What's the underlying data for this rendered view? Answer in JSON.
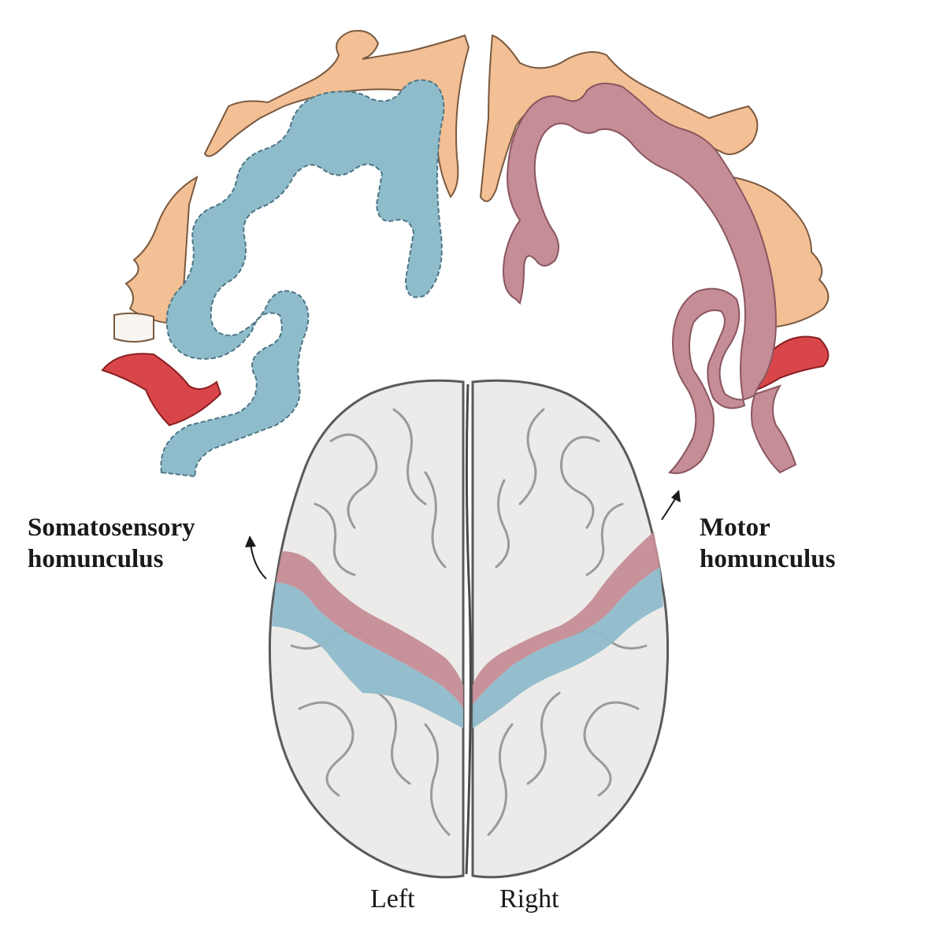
{
  "labels": {
    "somatosensory_line1": "Somatosensory",
    "somatosensory_line2": "homunculus",
    "motor_line1": "Motor",
    "motor_line2": "homunculus",
    "left": "Left",
    "right": "Right"
  },
  "colors": {
    "somatosensory_strip": "#8fbccb",
    "motor_strip": "#c58d96",
    "homunculus_skin": "#f3bf94",
    "tongue": "#d9464a",
    "brain_surface": "#ecebe9",
    "brain_outline": "#5a5a5a"
  },
  "icons": {
    "somatosensory_arrow": "curved-arrow-up-left-icon",
    "motor_arrow": "curved-arrow-up-right-icon"
  }
}
